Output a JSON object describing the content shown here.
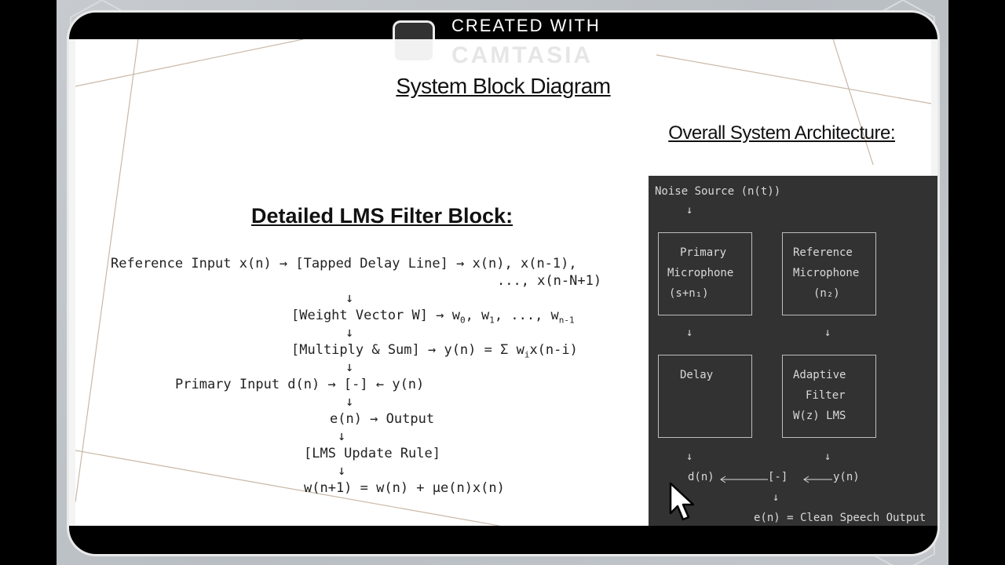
{
  "watermark": {
    "line1": "CREATED WITH",
    "line2": "CAMTASIA"
  },
  "slide": {
    "title": "System Block Diagram",
    "arch_title": "Overall System Architecture:",
    "lms_title": "Detailed LMS Filter Block:"
  },
  "lms": {
    "line1a": "Reference Input x(n) → [Tapped Delay Line] → x(n), x(n-1),",
    "line1b": "..., x(n-N+1)",
    "arrow": "↓",
    "weight_prefix": "[Weight Vector W] → w",
    "weight_sub0": "0",
    "weight_mid1": ", w",
    "weight_sub1": "1",
    "weight_mid2": ", ..., w",
    "weight_sub2": "n-1",
    "multiply_prefix": "[Multiply & Sum] → y(n) = Σ w",
    "multiply_sub": "i",
    "multiply_suffix": "x(n-i)",
    "primary": "Primary Input d(n) → [-] ← y(n)",
    "error": "e(n) → Output",
    "update_rule": "[LMS Update Rule]",
    "update_eq": "w(n+1) = w(n) + μe(n)x(n)"
  },
  "arch": {
    "noise": "Noise Source (n(t))",
    "arrow": "↓",
    "primary_mic": [
      "Primary",
      "Microphone",
      "(s+n₁)"
    ],
    "reference_mic": [
      "Reference",
      "Microphone",
      "(n₂)"
    ],
    "delay": "Delay",
    "adaptive": [
      "Adaptive",
      "Filter",
      "W(z) LMS"
    ],
    "dn": "d(n)",
    "sum": "[-]",
    "yn": "y(n)",
    "output": "e(n) = Clean Speech Output"
  }
}
